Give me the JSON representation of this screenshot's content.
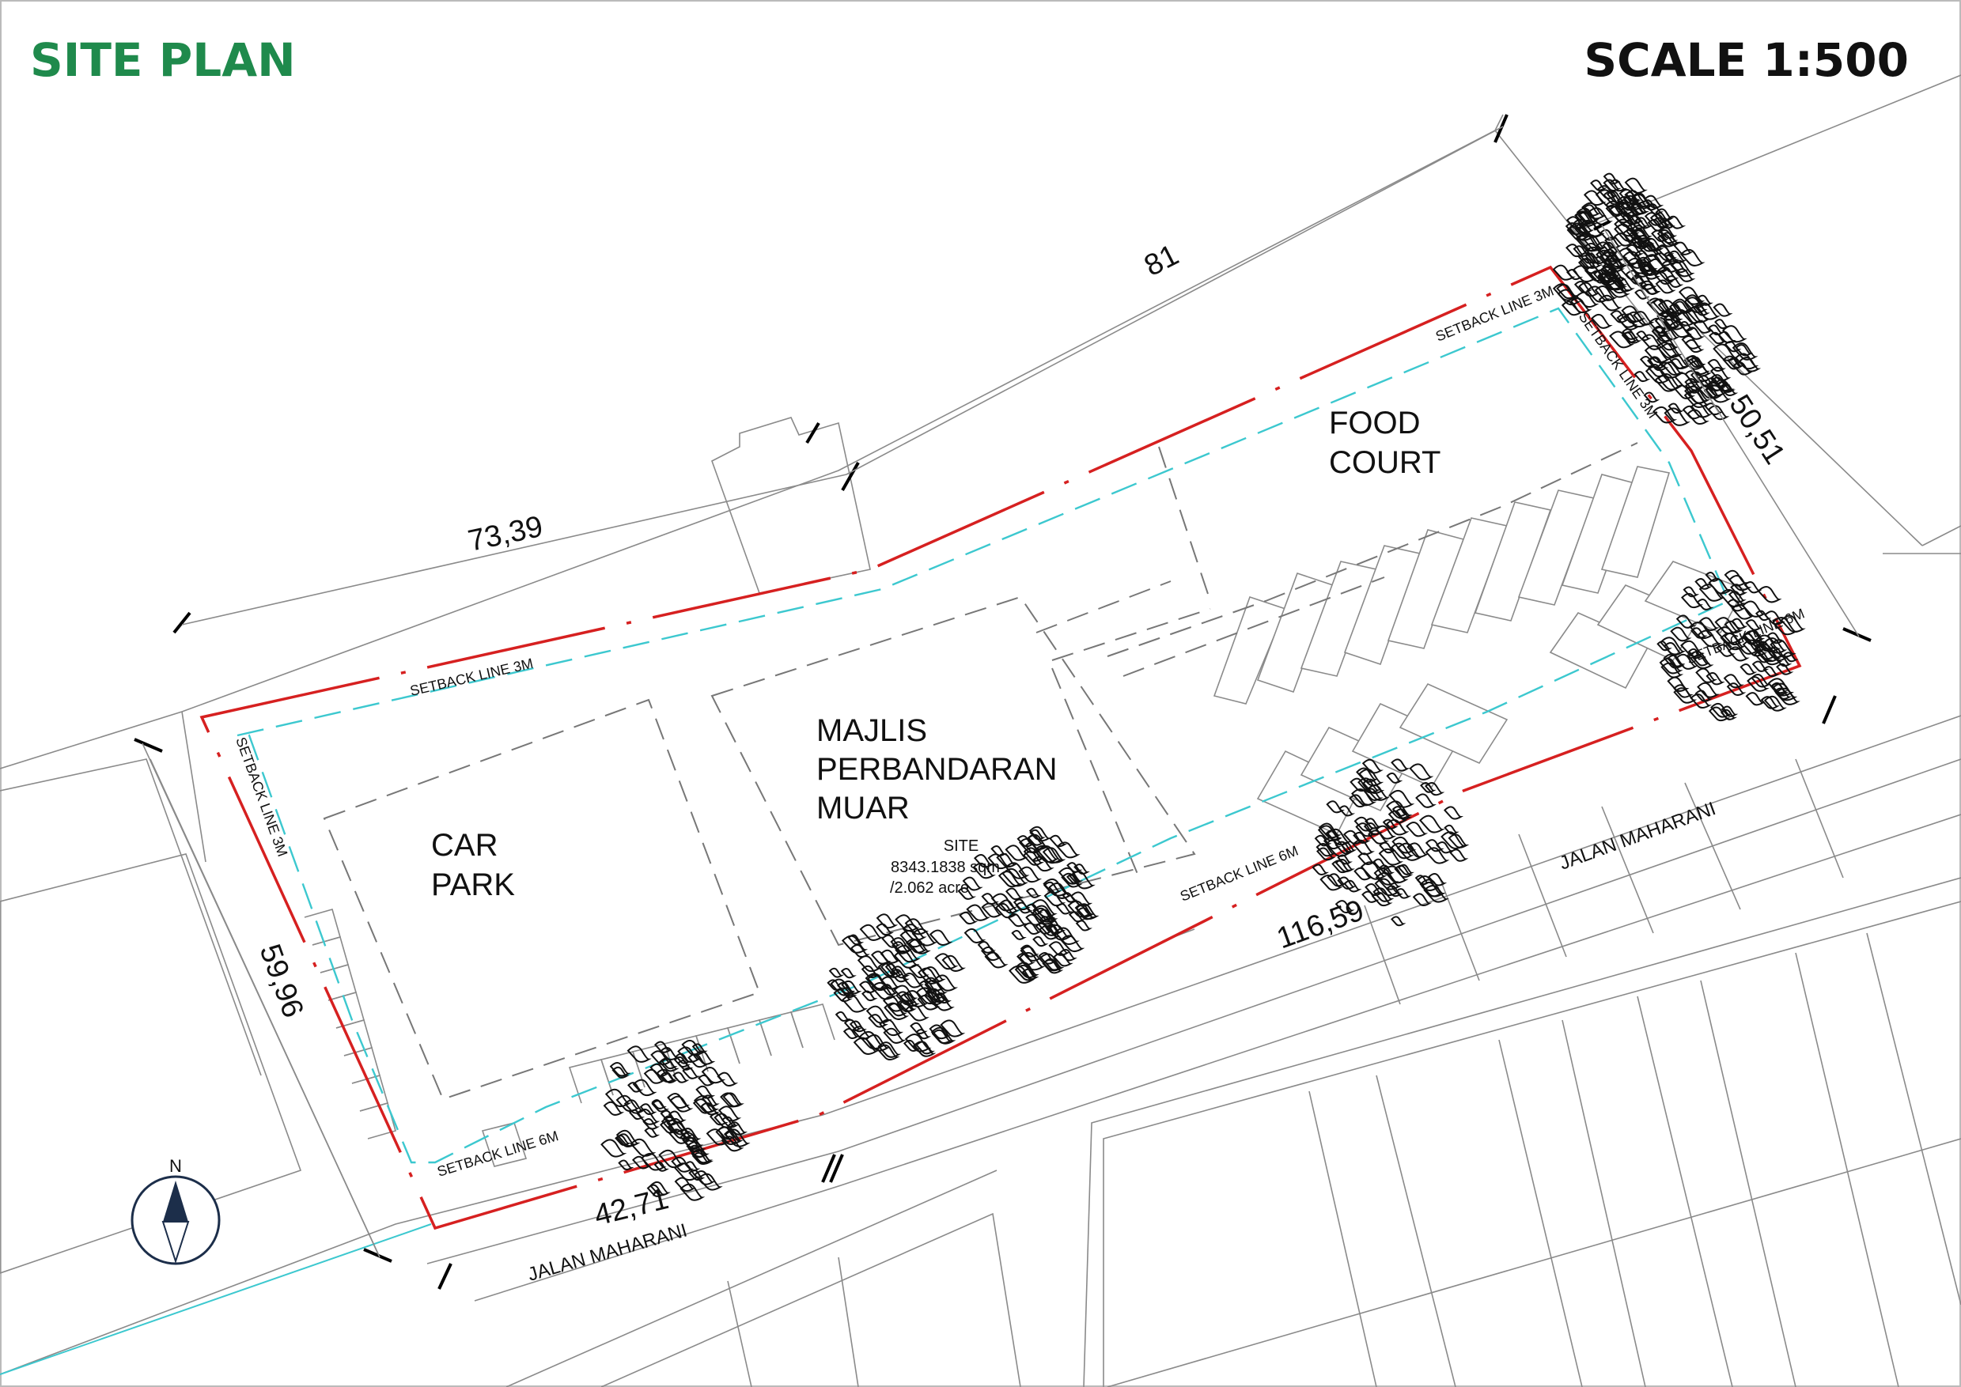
{
  "header": {
    "title": "SITE PLAN",
    "scale": "SCALE 1:500",
    "title_color": "#1f8a4c",
    "scale_color": "#111111"
  },
  "zones": {
    "car_park_line1": "CAR",
    "car_park_line2": "PARK",
    "majlis_line1": "MAJLIS",
    "majlis_line2": "PERBANDARAN",
    "majlis_line3": "MUAR",
    "food_court_line1": "FOOD",
    "food_court_line2": "COURT"
  },
  "site_info": {
    "label": "SITE",
    "area_sqm": "8343.1838 sqm",
    "area_acre": "/2.062 acre"
  },
  "dimensions": {
    "north_east": "81",
    "north_west": "73,39",
    "west": "59,96",
    "east": "50,51",
    "south": "116,59",
    "south_west": "42,71"
  },
  "setbacks": {
    "north": "SETBACK LINE 3M",
    "north_east": "SETBACK LINE 3M",
    "east_top": "SETBACK LINE 3M",
    "west": "SETBACK LINE 3M",
    "south": "SETBACK LINE 6M",
    "south_west": "SETBACK LINE 6M",
    "east_bottom": "SETBACK LINE 6M"
  },
  "roads": {
    "south_west": "JALAN MAHARANI",
    "south_east": "JALAN MAHARANI"
  },
  "compass": {
    "north_label": "N"
  },
  "colors": {
    "boundary": "#d62020",
    "setback": "#3cc8cf",
    "context_lines": "#8a8a8a"
  }
}
